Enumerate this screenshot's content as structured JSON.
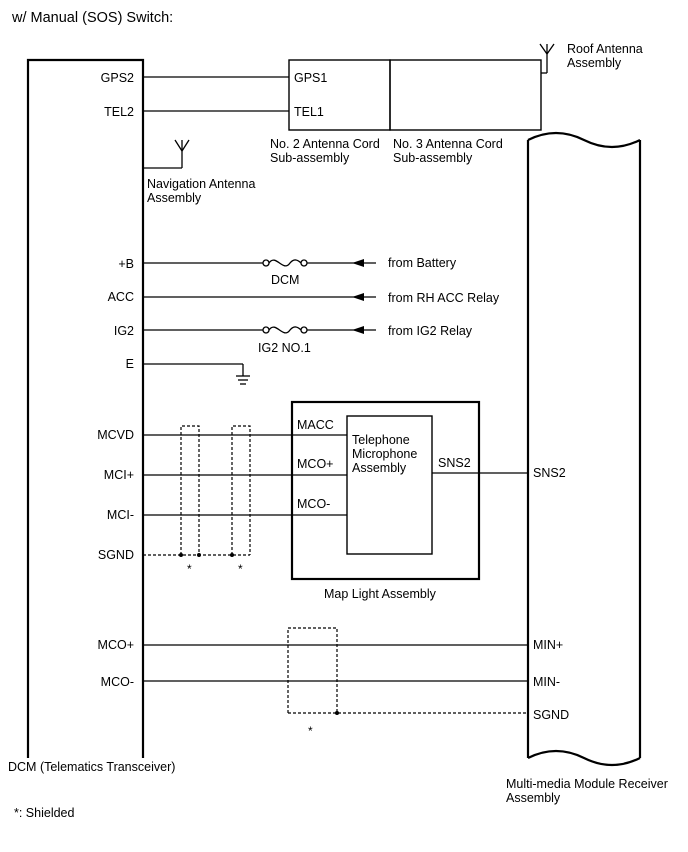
{
  "title": "w/ Manual (SOS) Switch:",
  "footnote": "*: Shielded",
  "shield_mark": "*",
  "components": {
    "dcm": {
      "label": "DCM (Telematics Transceiver)"
    },
    "mmr": {
      "label_line1": "Multi-media Module Receiver",
      "label_line2": "Assembly"
    },
    "roof_antenna": {
      "label_line1": "Roof Antenna",
      "label_line2": "Assembly"
    },
    "nav_antenna": {
      "label_line1": "Navigation Antenna",
      "label_line2": "Assembly"
    },
    "cord2": {
      "label_line1": "No. 2 Antenna Cord",
      "label_line2": "Sub-assembly",
      "pin_gps": "GPS1",
      "pin_tel": "TEL1"
    },
    "cord3": {
      "label_line1": "No. 3 Antenna Cord",
      "label_line2": "Sub-assembly"
    },
    "map_light": {
      "label": "Map Light Assembly",
      "pin_macc": "MACC",
      "pin_mco_plus": "MCO+",
      "pin_mco_minus": "MCO-",
      "pin_sns2": "SNS2"
    },
    "mic": {
      "label_line1": "Telephone",
      "label_line2": "Microphone",
      "label_line3": "Assembly"
    }
  },
  "dcm_pins": {
    "gps2": "GPS2",
    "tel2": "TEL2",
    "b": "+B",
    "acc": "ACC",
    "ig2": "IG2",
    "e": "E",
    "mcvd": "MCVD",
    "mci_plus": "MCI+",
    "mci_minus": "MCI-",
    "sgnd": "SGND",
    "mco_plus": "MCO+",
    "mco_minus": "MCO-"
  },
  "mmr_pins": {
    "sns2": "SNS2",
    "min_plus": "MIN+",
    "min_minus": "MIN-",
    "sgnd": "SGND"
  },
  "fuses": {
    "dcm": "DCM",
    "ig2": "IG2 NO.1"
  },
  "sources": {
    "battery": "from Battery",
    "acc_relay": "from RH ACC Relay",
    "ig2_relay": "from IG2 Relay"
  }
}
